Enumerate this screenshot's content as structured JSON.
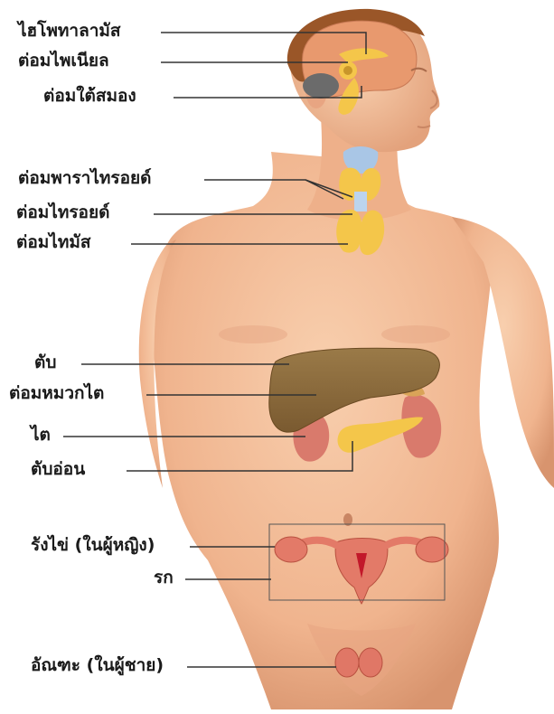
{
  "labels": {
    "hypothalamus": "ไฮโพทาลามัส",
    "pineal": "ต่อมไพเนียล",
    "pituitary": "ต่อมใต้สมอง",
    "parathyroid": "ต่อมพาราไทรอยด์",
    "thyroid": "ต่อมไทรอยด์",
    "thymus": "ต่อมไทมัส",
    "liver": "ตับ",
    "adrenal": "ต่อมหมวกไต",
    "kidney": "ไต",
    "pancreas": "ตับอ่อน",
    "ovary": "รังไข่ (ในผู้หญิง)",
    "uterus": "รก",
    "testes": "อัณฑะ (ในผู้ชาย)"
  },
  "colors": {
    "skin": "#f3bf98",
    "skin_shadow": "#dd9c78",
    "hair": "#a05a2c",
    "brain": "#e89c74",
    "gland_yellow": "#f4c64a",
    "liver": "#8c6a3a",
    "kidney": "#d97a6c",
    "uterus": "#e37a68",
    "thyroid_blue": "#a9c6e6",
    "line": "#333333"
  }
}
